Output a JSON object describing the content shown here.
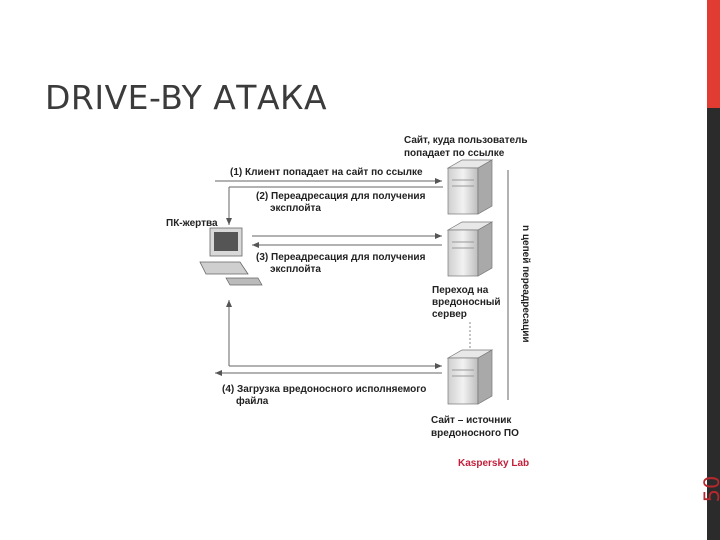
{
  "slide": {
    "title": "DRIVE-BY АТАКА",
    "page_number": "50"
  },
  "diagram": {
    "server_top_caption": [
      "Сайт, куда пользователь",
      "попадает по ссылке"
    ],
    "step1": "(1) Клиент попадает на сайт по ссылке",
    "step2": [
      "(2) Переадресация для получения",
      "эксплойта"
    ],
    "victim": "ПК-жертва",
    "step3": [
      "(3) Переадресация для получения",
      "эксплойта"
    ],
    "redirect_caption": [
      "Переход на",
      "вредоносный",
      "сервер"
    ],
    "redirect_chain": [
      "n цепей переадресации"
    ],
    "step4": [
      "(4) Загрузка вредоносного исполняемого",
      "файла"
    ],
    "server_bottom_caption": [
      "Сайт – источник",
      "вредоносного ПО"
    ],
    "brand": "Kaspersky Lab"
  }
}
